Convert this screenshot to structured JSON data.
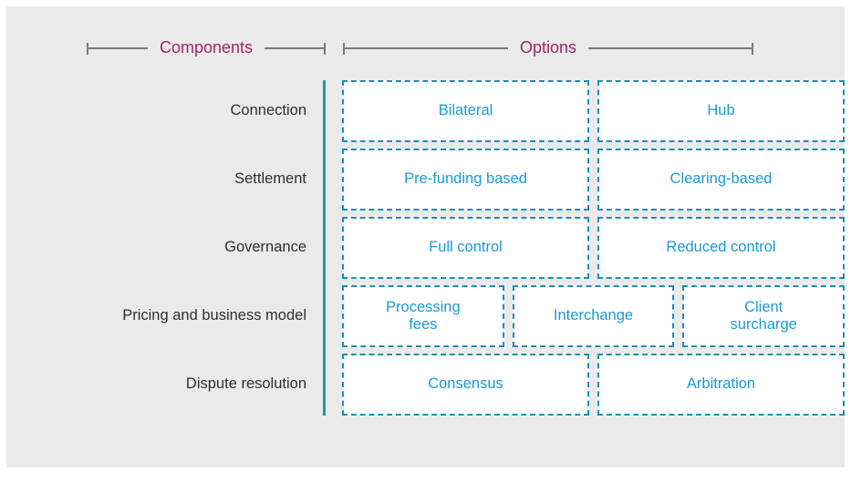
{
  "header": {
    "left_bracket_label": "Components",
    "right_bracket_label": "Options"
  },
  "colors": {
    "panel_background": "#EAEAEA",
    "bracket_label": "#A4216A",
    "bracket_rule": "#7A7A7A",
    "row_label_text": "#2F2F32",
    "divider_line": "#2A94A9",
    "option_border": "#1A8FB5",
    "option_text": "#1A99D6",
    "option_fill": "#FFFFFF"
  },
  "rows": [
    {
      "label": "Connection",
      "options": [
        {
          "label": "Bilateral"
        },
        {
          "label": "Hub"
        }
      ]
    },
    {
      "label": "Settlement",
      "options": [
        {
          "label": "Pre-funding based"
        },
        {
          "label": "Clearing-based"
        }
      ]
    },
    {
      "label": "Governance",
      "options": [
        {
          "label": "Full control"
        },
        {
          "label": "Reduced control"
        }
      ]
    },
    {
      "label": "Pricing and business model",
      "options": [
        {
          "label": "Processing\nfees"
        },
        {
          "label": "Interchange"
        },
        {
          "label": "Client\nsurcharge"
        }
      ]
    },
    {
      "label": "Dispute resolution",
      "options": [
        {
          "label": "Consensus"
        },
        {
          "label": "Arbitration"
        }
      ]
    }
  ]
}
